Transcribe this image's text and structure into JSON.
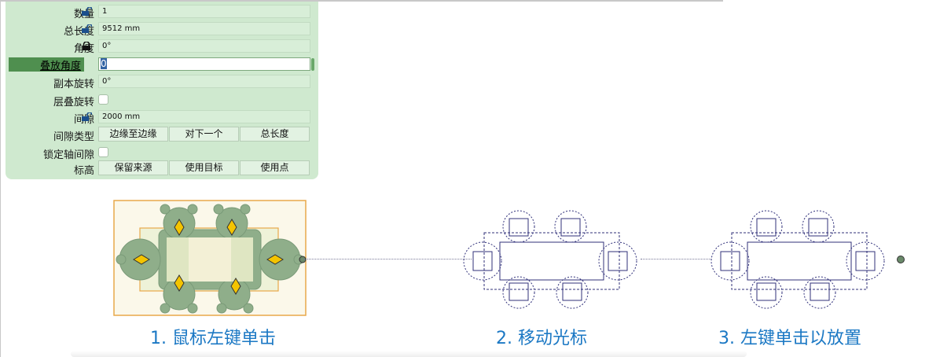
{
  "properties": {
    "quantity": {
      "label": "数量",
      "value": "1"
    },
    "total_length": {
      "label": "总长度",
      "value": "9512 mm"
    },
    "angle": {
      "label": "角度",
      "value": "0°"
    },
    "stack_angle": {
      "label": "叠放角度",
      "value": "0"
    },
    "copy_rotation": {
      "label": "副本旋转",
      "value": "0°"
    },
    "layer_rotation": {
      "label": "层叠旋转"
    },
    "gap": {
      "label": "间隙",
      "value": "2000 mm"
    },
    "gap_type": {
      "label": "间隙类型",
      "options": [
        "边缘至边缘",
        "对下一个",
        "总长度"
      ]
    },
    "lock_axis_gap": {
      "label": "锁定轴间隙"
    },
    "elevation": {
      "label": "标高",
      "options": [
        "保留来源",
        "使用目标",
        "使用点"
      ]
    }
  },
  "steps": [
    {
      "caption": "1. 鼠标左键单击"
    },
    {
      "caption": "2. 移动光标"
    },
    {
      "caption": "3. 左键单击以放置"
    }
  ],
  "colors": {
    "panel_bg": "#cfe9cf",
    "caption": "#1b78c4",
    "selected_fill": "#8fae8a",
    "selection_box": "#e8a84a",
    "grip": "#f4c400",
    "outline_drawing": "#30307a"
  },
  "icons": {
    "lock_open": "lock-open-icon",
    "lock_closed": "lock-closed-icon"
  }
}
